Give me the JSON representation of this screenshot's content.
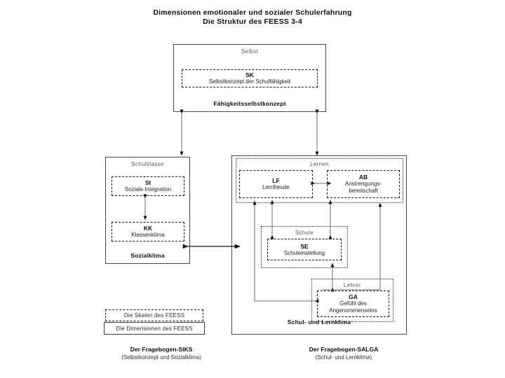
{
  "title": {
    "line1": "Dimensionen emotionaler und sozialer Schulerfahrung",
    "line2": "Die Struktur des FEESS 3-4"
  },
  "dimensions": {
    "selbst": {
      "header": "Selbst",
      "footer": "Fähigkeitsselbstkonzept",
      "scales": [
        {
          "code": "SK",
          "name": "Selbstkonzept der Schulfähigkeit"
        }
      ]
    },
    "schulklasse": {
      "header": "Schulklasse",
      "footer": "Sozialklima",
      "scales": [
        {
          "code": "SI",
          "name": "Soziale Integration"
        },
        {
          "code": "KK",
          "name": "Klassenklima"
        }
      ]
    },
    "schul_lernklima": {
      "footer": "Schul- und Lernklima",
      "groups": [
        {
          "header": "Lernen",
          "scales": [
            {
              "code": "LF",
              "name": "Lernfreude"
            },
            {
              "code": "AB",
              "name": "Anstrengungs-",
              "name2": "bereitschaft"
            }
          ]
        },
        {
          "header": "Schule",
          "scales": [
            {
              "code": "SE",
              "name": "Schuleinstellung"
            }
          ]
        },
        {
          "header": "Lehrer",
          "scales": [
            {
              "code": "GA",
              "name": "Gefühl des",
              "name2": "Angenommenseins"
            }
          ]
        }
      ]
    }
  },
  "legend": {
    "scales_label": "Die Skalen des FEESS",
    "dimensions_label": "Die Dimensionen des FEESS"
  },
  "captions": {
    "left": {
      "title": "Der Fragebogen-SIKS",
      "subtitle": "(Selbstkonzept und Sozialklima)"
    },
    "right": {
      "title": "Der Fragebogen-SALGA",
      "subtitle": "(Schul- und Lernklima)"
    }
  },
  "colors": {
    "ink": "#111111",
    "line": "#4a4a4a",
    "arrow_dark": "#111111",
    "arrow_grey": "#6e6e6e",
    "background": "#ffffff"
  }
}
